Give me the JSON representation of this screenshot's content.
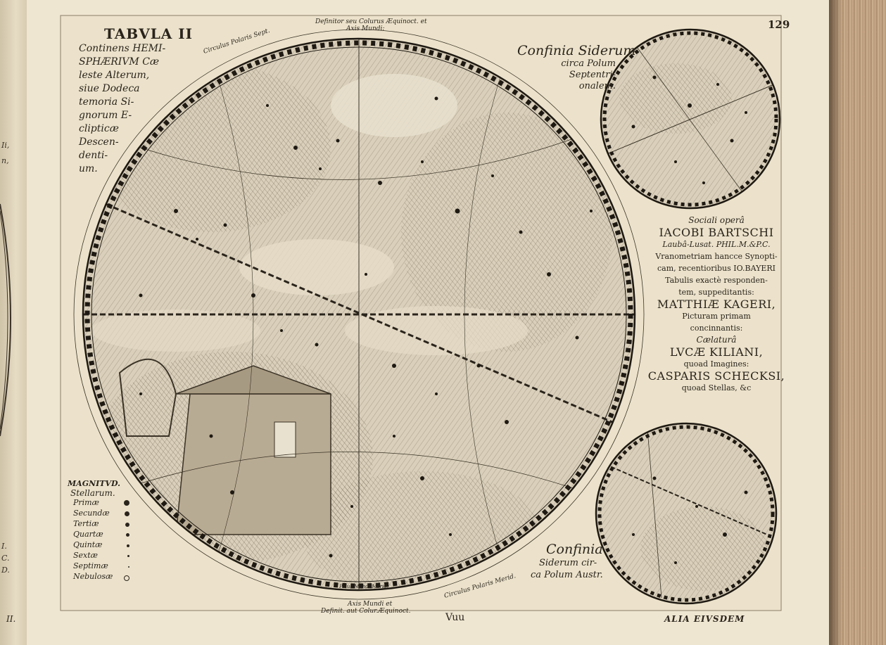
{
  "page_number": "129",
  "title_block": {
    "lines": [
      "TABVLA II",
      "Continens HEMI-",
      "SPHÆRIVM Cæ",
      "leste Alterum,",
      "siue Dodeca",
      "temoria Si-",
      "gnorum E-",
      "clipticæ",
      "Descen-",
      "denti-",
      "um."
    ]
  },
  "north_caption": {
    "lines": [
      "Confinia Siderum",
      "circa Polum",
      "Septentri-",
      "onalem."
    ]
  },
  "credits": {
    "lines": [
      "Sociali operâ",
      "IACOBI BARTSCHI",
      "Laubâ-Lusat. PHIL.M.&P.C.",
      "Vranometriam hancce Synopti-",
      "cam, recentioribus IO.BAYERI",
      "Tabulis exactè responden-",
      "tem, suppeditantis:",
      "MATTHIÆ KAGERI,",
      "Picturam primam",
      "concinnantis:",
      "Cælaturâ",
      "LVCÆ KILIANI,",
      "quoad Imagines:",
      "CASPARIS SCHECKSI,",
      "quoad Stellas, &c"
    ]
  },
  "south_caption": {
    "lines": [
      "Confinia",
      "Siderum cir-",
      "ca Polum Austr."
    ]
  },
  "legend": {
    "header": "MAGNITVD.",
    "subheader": "Stellarum.",
    "rows": [
      "Primæ",
      "Secundæ",
      "Tertiæ",
      "Quartæ",
      "Quintæ",
      "Sextæ",
      "Septimæ",
      "Nebulosæ"
    ]
  },
  "rim_labels": {
    "top_line1": "Definitor seu Colurus Æquinoct. et",
    "top_line2": "Axis Mundi:",
    "circulus_sept": "Circulus Polaris Sept.",
    "bottom_line1": "Axis Mundi et",
    "bottom_line2": "Definit. aut Colur.Æquinoct.",
    "circulus_merid": "Circulus Polaris Merid.",
    "polus_merid": "Polus Mundi Merid."
  },
  "footer": {
    "signature": "Vuu",
    "catchword": "ALIA EIVSDEM",
    "left_fragment": "II."
  },
  "left_fragments": [
    "Ii,",
    "n,",
    "I.",
    "C.",
    "D."
  ]
}
